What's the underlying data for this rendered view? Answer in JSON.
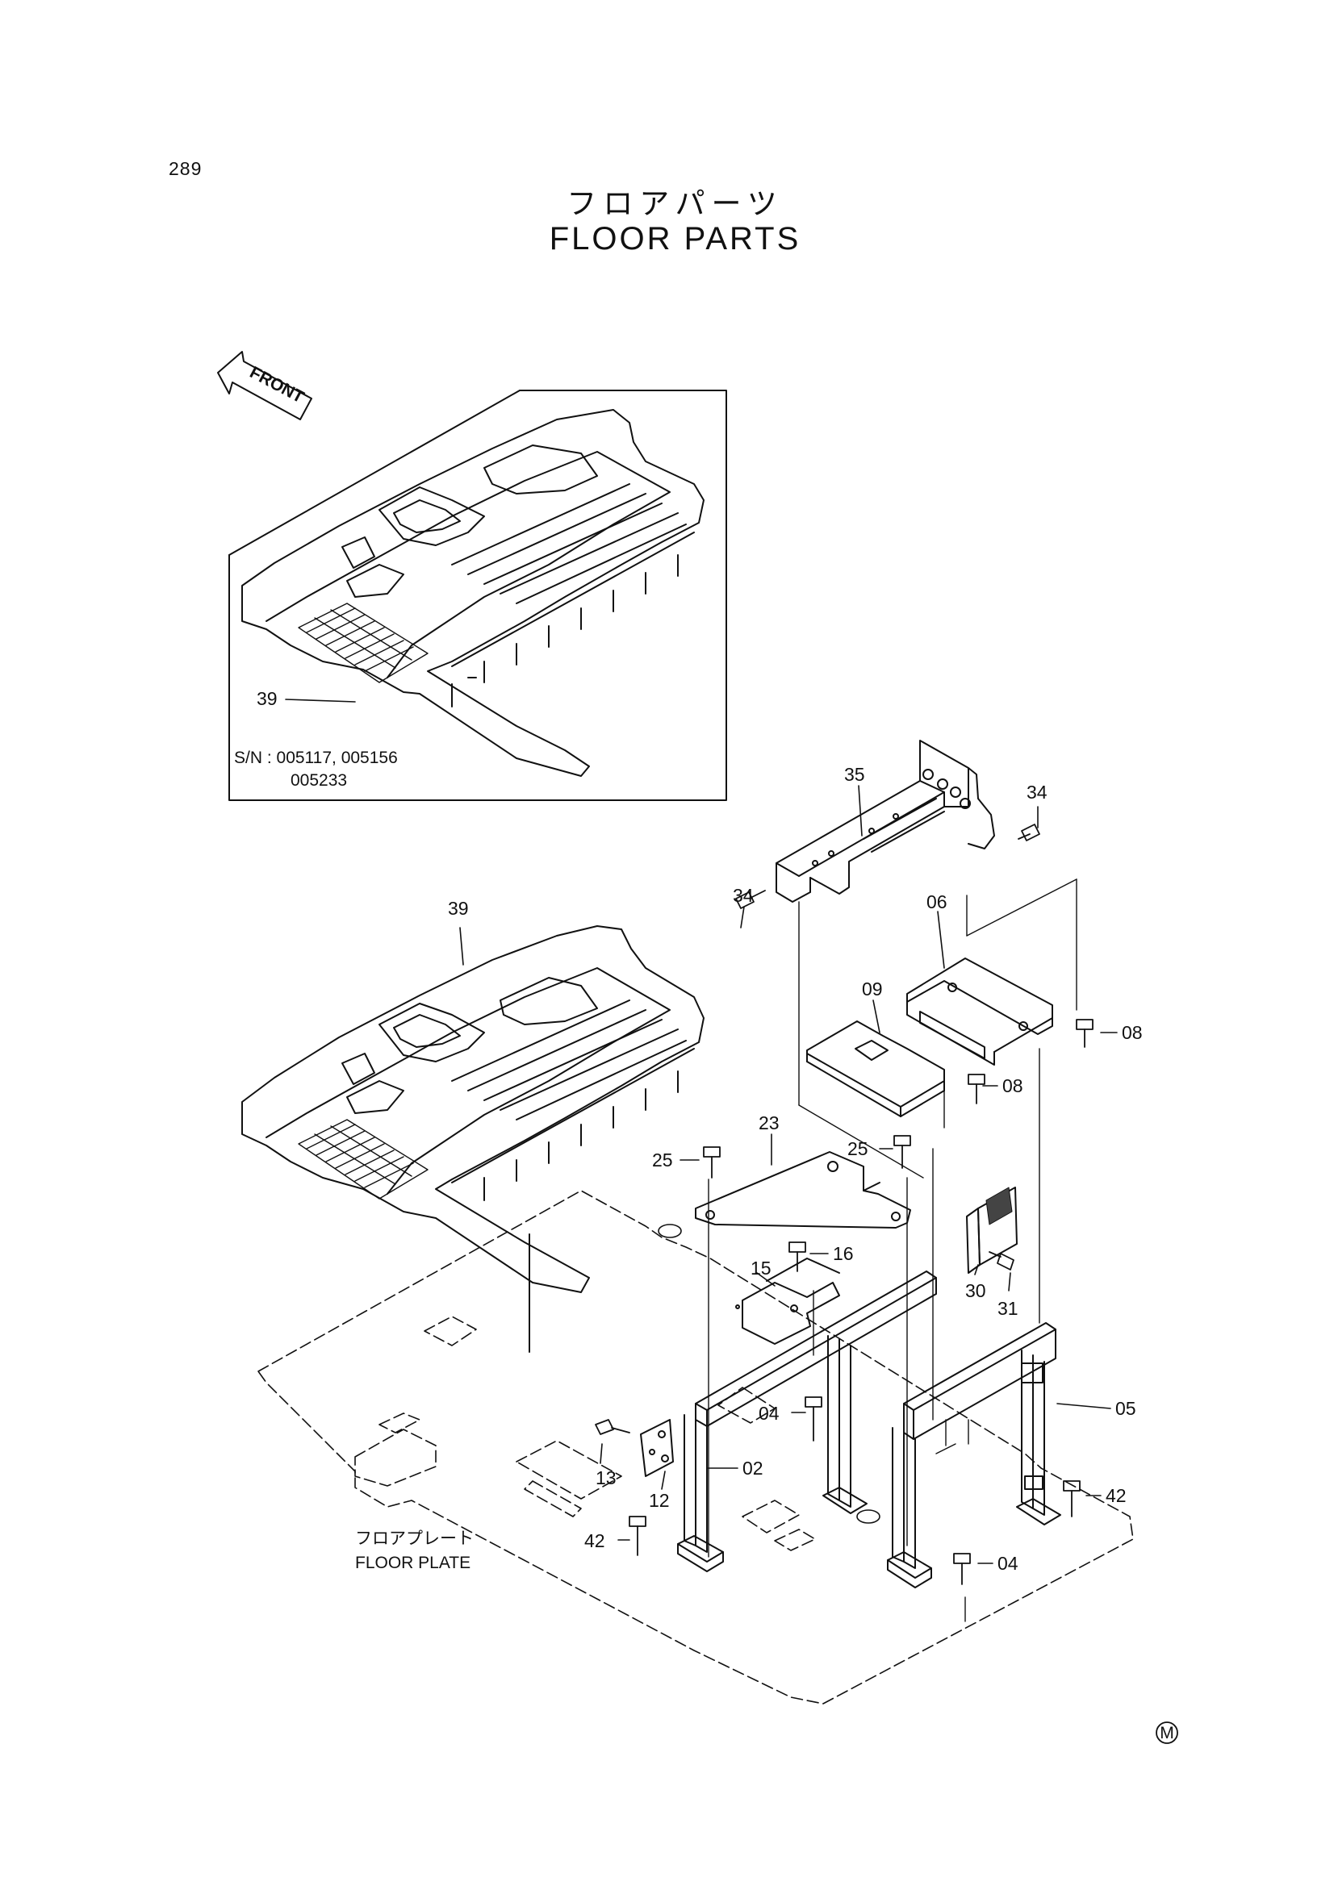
{
  "page_number": "289",
  "title_jp": "フロアパーツ",
  "title_en": "FLOOR PARTS",
  "front_label": "FRONT",
  "inset_serial_line1": "S/N : 005117, 005156",
  "inset_serial_line2": "005233",
  "floor_plate_jp": "フロアプレート",
  "floor_plate_en": "FLOOR PLATE",
  "mark_symbol": "M",
  "callouts": {
    "inset_39": "39",
    "main_39": "39",
    "c35": "35",
    "c34_right": "34",
    "c34_left": "34",
    "c06": "06",
    "c09": "09",
    "c08_right": "08",
    "c08_mid": "08",
    "c23": "23",
    "c25_left": "25",
    "c25_right": "25",
    "c16": "16",
    "c15": "15",
    "c30": "30",
    "c31": "31",
    "c05": "05",
    "c04_mid": "04",
    "c04_bottom": "04",
    "c13": "13",
    "c12": "12",
    "c02": "02",
    "c42_left": "42",
    "c42_right": "42"
  }
}
